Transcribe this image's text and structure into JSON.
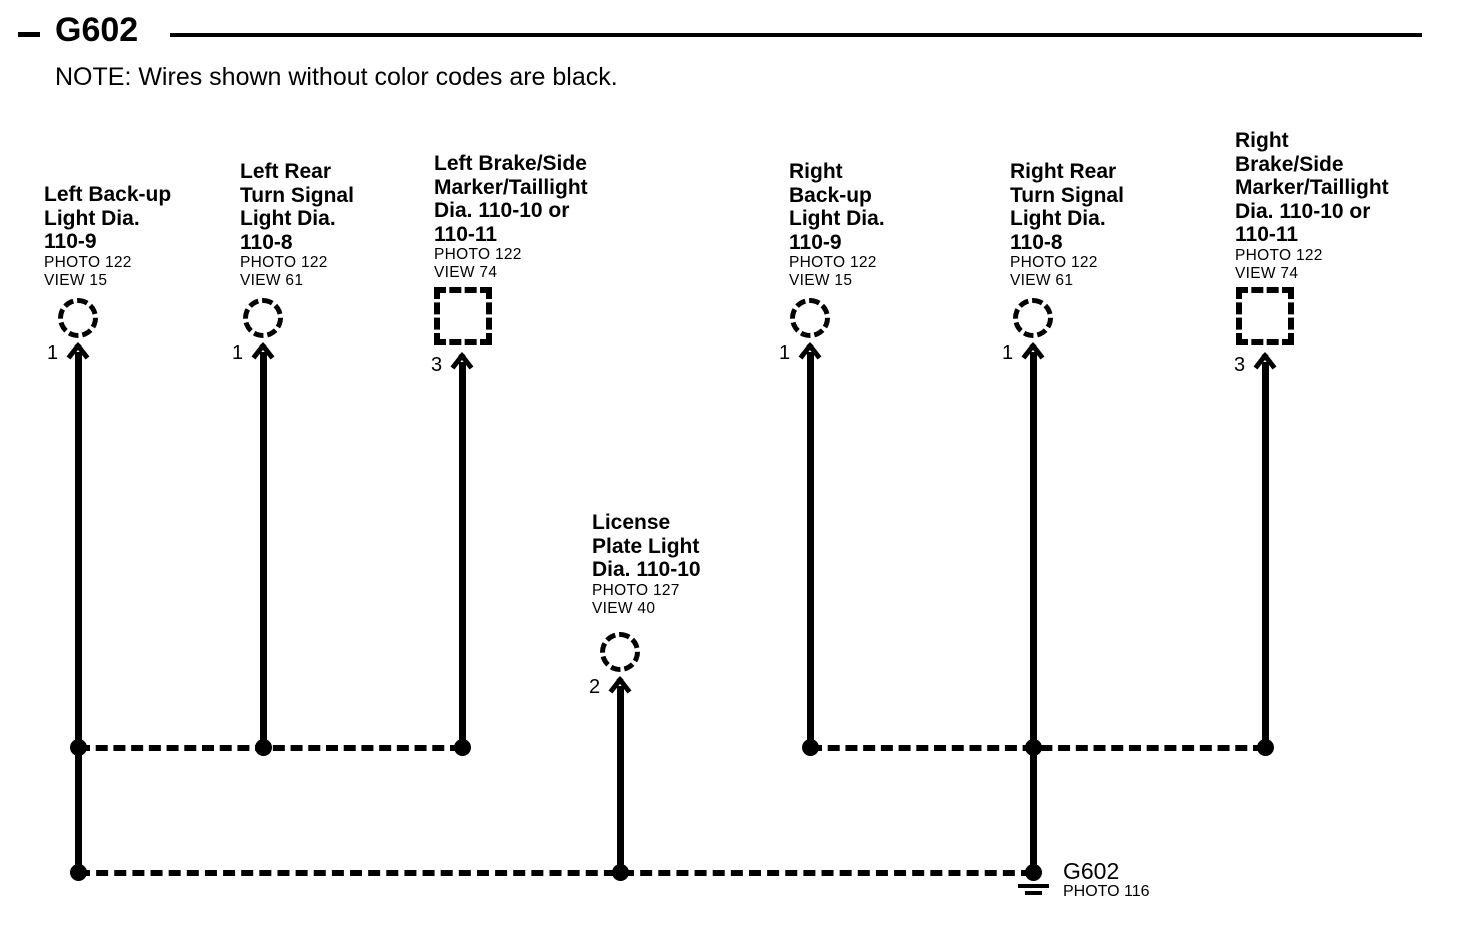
{
  "header": {
    "dash": "-",
    "title": "G602",
    "note": "NOTE: Wires shown without color codes are black."
  },
  "connectors": [
    {
      "id": "left-backup-light",
      "name": "Left Back-up Light",
      "lines": [
        "Left Back-up",
        "Light Dia.",
        "110-9"
      ],
      "photo": "PHOTO 122",
      "view": "VIEW 15",
      "pin": "1",
      "symbol": "circle"
    },
    {
      "id": "left-rear-turn-signal",
      "name": "Left Rear Turn Signal Light",
      "lines": [
        "Left Rear",
        "Turn Signal",
        "Light Dia.",
        "110-8"
      ],
      "photo": "PHOTO 122",
      "view": "VIEW 61",
      "pin": "1",
      "symbol": "circle"
    },
    {
      "id": "left-brake-side-marker-taillight",
      "name": "Left Brake/Side Marker/Taillight",
      "lines": [
        "Left Brake/Side",
        "Marker/Taillight",
        "Dia.  110-10  or",
        "110-11"
      ],
      "photo": "PHOTO 122",
      "view": "VIEW 74",
      "pin": "3",
      "symbol": "square"
    },
    {
      "id": "right-backup-light",
      "name": "Right Back-up Light",
      "lines": [
        "Right",
        "Back-up",
        "Light Dia.",
        "110-9"
      ],
      "photo": "PHOTO 122",
      "view": "VIEW 15",
      "pin": "1",
      "symbol": "circle"
    },
    {
      "id": "right-rear-turn-signal",
      "name": "Right Rear Turn Signal Light",
      "lines": [
        "Right Rear",
        "Turn Signal",
        "Light Dia.",
        "110-8"
      ],
      "photo": "PHOTO 122",
      "view": "VIEW 61",
      "pin": "1",
      "symbol": "circle"
    },
    {
      "id": "right-brake-side-marker-taillight",
      "name": "Right Brake/Side Marker/Taillight",
      "lines": [
        "Right",
        "Brake/Side",
        "Marker/Taillight",
        "Dia. 110-10 or",
        "110-11"
      ],
      "photo": "PHOTO 122",
      "view": "VIEW 74",
      "pin": "3",
      "symbol": "square"
    },
    {
      "id": "license-plate-light",
      "name": "License Plate Light",
      "lines": [
        "License",
        "Plate Light",
        "Dia. 110-10"
      ],
      "photo": "PHOTO 127",
      "view": "VIEW 40",
      "pin": "2",
      "symbol": "circle"
    }
  ],
  "ground": {
    "label": "G602",
    "photo": "PHOTO 116"
  },
  "colors": {
    "wire": "#000000",
    "background": "#ffffff"
  }
}
